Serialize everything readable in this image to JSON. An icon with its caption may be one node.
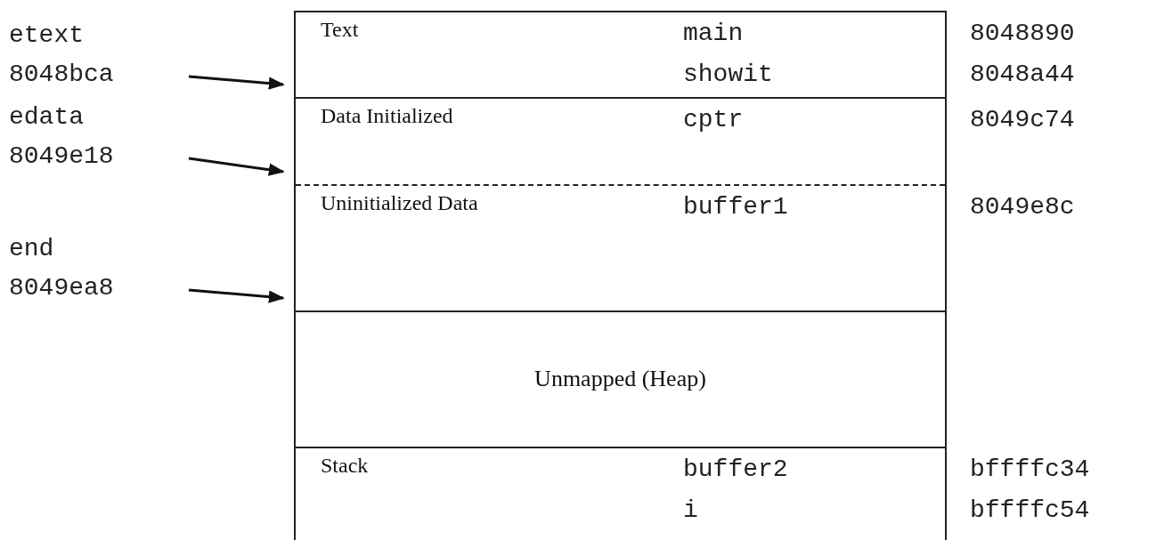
{
  "diagram": {
    "nodes": [
      {
        "text": [],
        "shape": "box"
      },
      {
        "text": [
          "Text",
          "main",
          "showit"
        ],
        "in": 0,
        "beside": [
          "8048890",
          "8048a44"
        ]
      },
      {
        "text": [
          "Data Initialized",
          "cptr"
        ],
        "in": 0,
        "beside": [
          "8049c74"
        ]
      },
      {
        "text": [
          "Uninitialized Data",
          "buffer1"
        ],
        "in": 0,
        "beside": [
          "8049e8c"
        ]
      },
      {
        "text": [
          "Unmapped (Heap)"
        ],
        "in": 0
      },
      {
        "text": [
          "Stack",
          "buffer2",
          "i"
        ],
        "in": 0,
        "beside": [
          "bffffc34",
          "bffffc54"
        ]
      },
      {
        "text": [
          "etext",
          "8048bca"
        ]
      },
      {
        "text": [
          "edata",
          "8049e18"
        ]
      },
      {
        "text": [
          "end",
          "8049ea8"
        ]
      }
    ],
    "edges": [
      {
        "from": 6,
        "to": 1,
        "arrow": "to"
      },
      {
        "from": 7,
        "to": 2,
        "arrow": "to"
      },
      {
        "from": 8,
        "to": 3,
        "arrow": "to"
      }
    ]
  }
}
